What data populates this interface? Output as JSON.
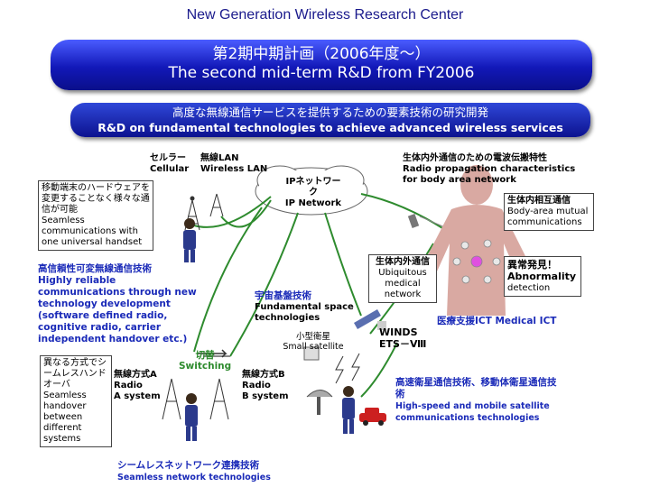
{
  "title": "New Generation Wireless Research Center",
  "banner_top": {
    "line1": "第2期中期計画（2006年度～）",
    "line2": "The second mid-term R&D from FY2006"
  },
  "banner_sub": {
    "line1": "高度な無線通信サービスを提供するための要素技術の研究開発",
    "line2": "R&D on fundamental technologies to achieve advanced wireless services"
  },
  "cellular": {
    "jp": "セルラー",
    "en": "Cellular"
  },
  "wlan": {
    "jp": "無線LAN",
    "en": "Wireless LAN"
  },
  "ip_network": {
    "jp": "IPネットワーク",
    "en": "IP Network"
  },
  "handset_box": {
    "jp": "移動端末のハードウェアを変更することなく様々な通信が可能",
    "en": "Seamless communications with one universal handset"
  },
  "reliable": {
    "jp": "高信頼性可変無線通信技術",
    "en": "Highly reliable communications through new technology development (software defined radio, cognitive radio, carrier independent handover etc.)"
  },
  "body_area_radio": {
    "jp": "生体内外通信のための電波伝搬特性",
    "en": "Radio propagation characteristics for body area network"
  },
  "body_mutual": {
    "jp": "生体内相互通信",
    "en": "Body-area mutual communications"
  },
  "abnormality": {
    "jp": "異常発見！",
    "en1": "Abnormality",
    "en2": "detection"
  },
  "ubiquitous": {
    "jp": "生体内外通信",
    "en": "Ubiquitous medical network"
  },
  "medical_ict": {
    "jp": "医療支援ICT",
    "en": "Medical ICT"
  },
  "space": {
    "jp": "宇宙基盤技術",
    "en": "Fundamental space technologies"
  },
  "small_sat": {
    "jp": "小型衛星",
    "en": "Small satellite"
  },
  "winds": {
    "l1": "WINDS",
    "l2": "ETS－Ⅷ"
  },
  "switching": {
    "jp": "切替",
    "en": "Switching"
  },
  "radio_a": {
    "jp": "無線方式A",
    "en1": "Radio",
    "en2": "A system"
  },
  "radio_b": {
    "jp": "無線方式B",
    "en1": "Radio",
    "en2": "B system"
  },
  "handover_box": {
    "jp": "異なる方式でシームレスハンドオーバ",
    "en": "Seamless handover between different systems"
  },
  "highspeed": {
    "jp": "高速衛星通信技術、移動体衛星通信技術",
    "en": "High-speed and mobile satellite communications technologies"
  },
  "seamless_net": {
    "jp": "シームレスネットワーク連携技術",
    "en": "Seamless network technologies"
  },
  "colors": {
    "banner": "#1218b8",
    "label_blue": "#1a2ab8",
    "link_green": "#2e8b2e",
    "body_pink": "#d9a9a2"
  }
}
